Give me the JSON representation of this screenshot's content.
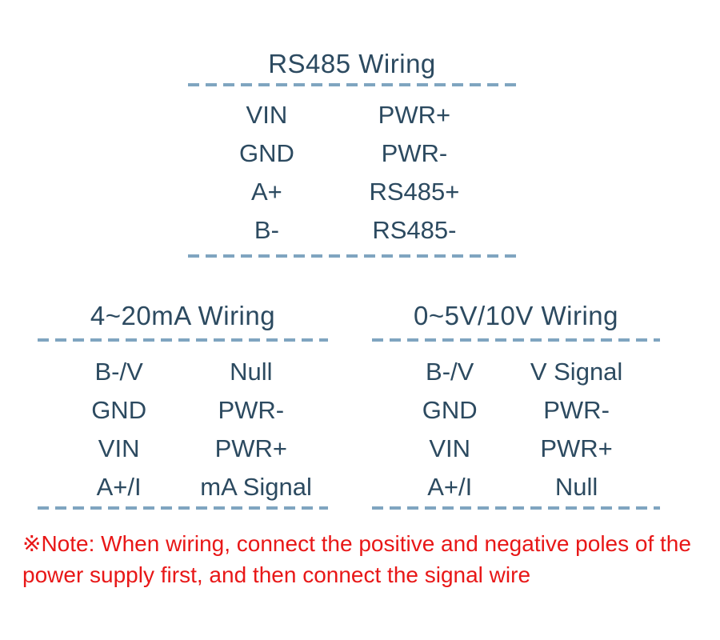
{
  "colors": {
    "text": "#2c4a60",
    "dashed_line": "#7fa5c0",
    "note_red": "#e81717",
    "background": "#ffffff"
  },
  "tables": [
    {
      "id": "rs485",
      "title": "RS485 Wiring",
      "rows": [
        [
          "VIN",
          "PWR+"
        ],
        [
          "GND",
          "PWR-"
        ],
        [
          "A+",
          "RS485+"
        ],
        [
          "B-",
          "RS485-"
        ]
      ]
    },
    {
      "id": "ma-4-20",
      "title": "4~20mA Wiring",
      "rows": [
        [
          "B-/V",
          "Null"
        ],
        [
          "GND",
          "PWR-"
        ],
        [
          "VIN",
          "PWR+"
        ],
        [
          "A+/I",
          "mA Signal"
        ]
      ]
    },
    {
      "id": "v-0-5-10",
      "title": "0~5V/10V Wiring",
      "rows": [
        [
          "B-/V",
          "V Signal"
        ],
        [
          "GND",
          "PWR-"
        ],
        [
          "VIN",
          "PWR+"
        ],
        [
          "A+/I",
          "Null"
        ]
      ]
    }
  ],
  "note": {
    "line1": "※Note: When wiring, connect the positive and negative poles of the",
    "line2": "power supply first, and then connect the signal wire"
  }
}
